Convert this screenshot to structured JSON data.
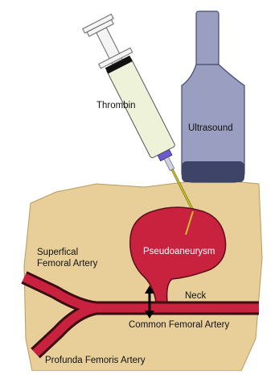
{
  "labels": {
    "thrombin": "Thrombin",
    "ultrasound": "Ultrasound",
    "pseudoaneurysm": "Pseudoaneurysm",
    "superficial_line1": "Superfical",
    "superficial_line2": "Femoral Artery",
    "neck": "Neck",
    "common_femoral": "Common Femoral Artery",
    "profunda_femoris": "Profunda Femoris Artery"
  },
  "colors": {
    "tissue": "#e8cf9a",
    "artery": "#c8223f",
    "artery_outline": "#3a0d12",
    "probe": "#9a9ec0",
    "probe_dark": "#3e4468",
    "syringe_fluid": "#eef2d8",
    "needle": "#c9c12a"
  }
}
